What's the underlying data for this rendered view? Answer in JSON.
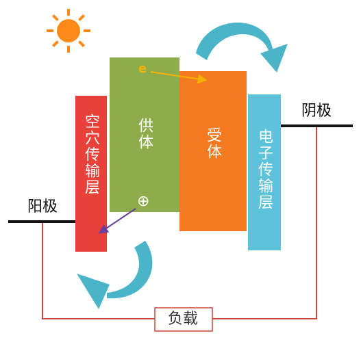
{
  "layers": {
    "hole_transport": {
      "label": "空穴传输层",
      "color": "#e8413a"
    },
    "donor": {
      "label": "供体",
      "color": "#8fac4c"
    },
    "acceptor": {
      "label": "受体",
      "color": "#f47a22"
    },
    "electron_transport": {
      "label": "电子传输层",
      "color": "#5cc3da"
    }
  },
  "electrodes": {
    "anode_label": "阳极",
    "cathode_label": "阴极"
  },
  "load": {
    "label": "负载"
  },
  "symbols": {
    "electron": "e",
    "hole": "⊕"
  },
  "colors": {
    "sun": "#ff8a1a",
    "circuit_wire": "#c9473c",
    "electron_arrow": "#f5b300",
    "hole_arrow": "#6a3fa0",
    "flow_arrow": "#4ab4c9",
    "electrode_bar": "#111111"
  },
  "icons": {
    "sun": "sun-icon",
    "electron": "electron-symbol",
    "hole": "hole-symbol"
  }
}
